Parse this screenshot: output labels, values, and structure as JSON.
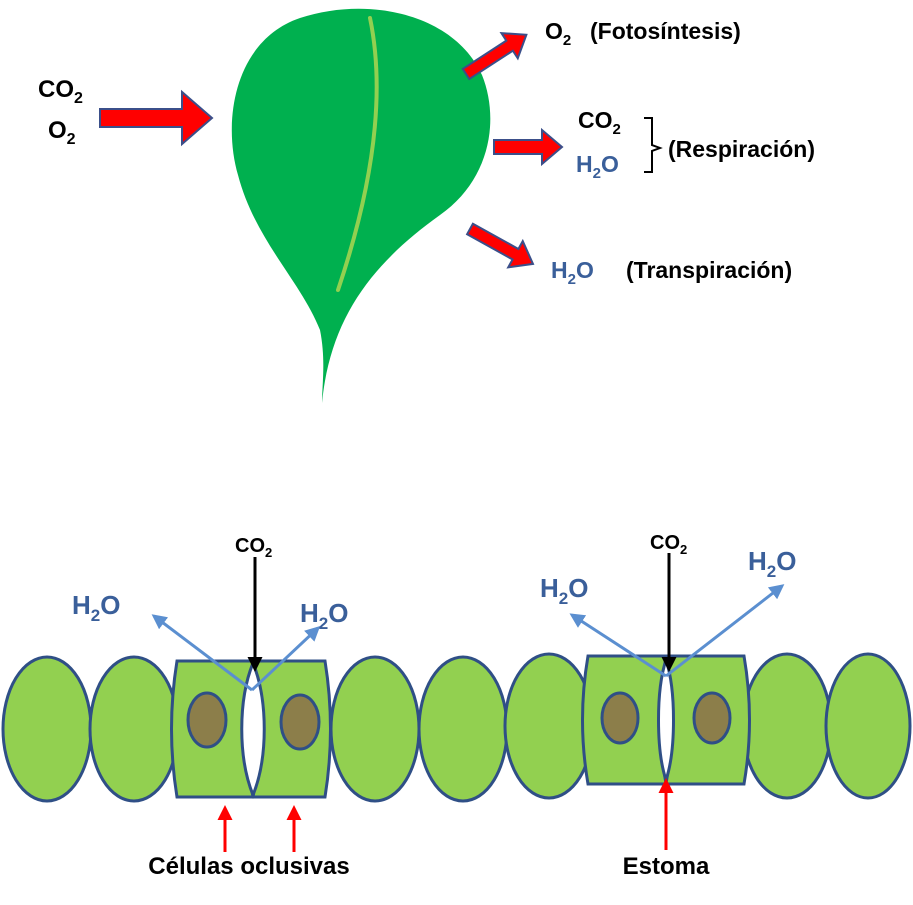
{
  "colors": {
    "leaf": "#00b04f",
    "leaf_vein": "#92d050",
    "arrow_fill": "#ff0000",
    "arrow_outline": "#3b4f8a",
    "cell_fill": "#92d050",
    "cell_outline": "#2f4f86",
    "nucleus": "#8c7e4a",
    "water_text": "#3a5f9a",
    "water_arrow": "#5b8fd0"
  },
  "top": {
    "inputs": {
      "co2": "CO",
      "co2_sub": "2",
      "o2": "O",
      "o2_sub": "2"
    },
    "photosynthesis": {
      "gas": "O",
      "gas_sub": "2",
      "label": "(Fotosíntesis)"
    },
    "respiration": {
      "gas1": "CO",
      "gas1_sub": "2",
      "gas2_h": "H",
      "gas2_sub": "2",
      "gas2_o": "O",
      "label": "(Respiración)"
    },
    "transpiration": {
      "gas_h": "H",
      "gas_sub": "2",
      "gas_o": "O",
      "label": "(Transpiración)"
    }
  },
  "bottom": {
    "left": {
      "co2": "CO",
      "co2_sub": "2",
      "water_left_h": "H",
      "water_left_sub": "2",
      "water_left_o": "O",
      "water_right_h": "H",
      "water_right_sub": "2",
      "water_right_o": "O",
      "caption": "Células oclusivas"
    },
    "right": {
      "co2": "CO",
      "co2_sub": "2",
      "water_left_h": "H",
      "water_left_sub": "2",
      "water_left_o": "O",
      "water_right_h": "H",
      "water_right_sub": "2",
      "water_right_o": "O",
      "caption": "Estoma"
    }
  }
}
